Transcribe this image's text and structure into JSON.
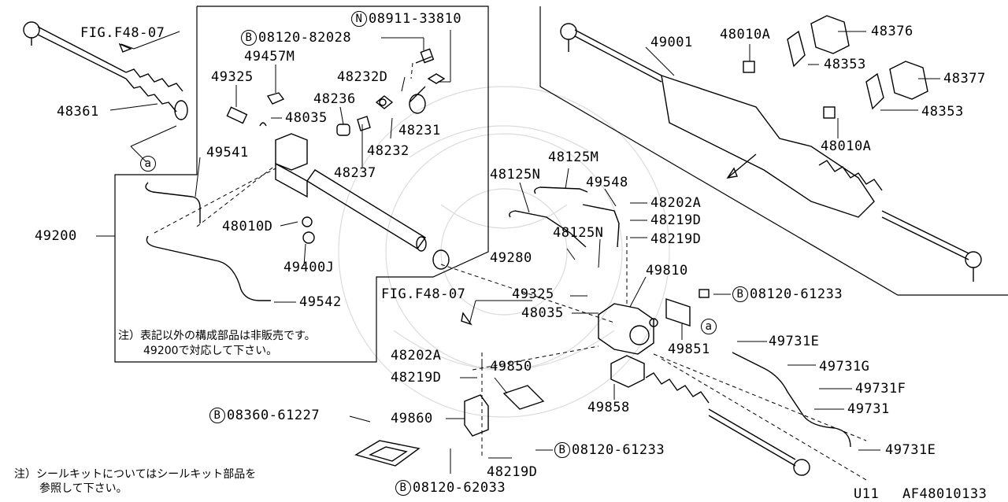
{
  "labels": {
    "fig_top": "FIG.F48-07",
    "fig_mid": "FIG.F48-07",
    "p48361": "48361",
    "p49325a": "49325",
    "p49457m": "49457M",
    "p08120_82028": "08120-82028",
    "p08911_33810": "08911-33810",
    "p48232d": "48232D",
    "p48236": "48236",
    "p48035a": "48035",
    "p48231": "48231",
    "p48232": "48232",
    "p48237": "48237",
    "p49541": "49541",
    "p48010d": "48010D",
    "p49400j": "49400J",
    "p49542": "49542",
    "p49200": "49200",
    "p49001": "49001",
    "p48010a_1": "48010A",
    "p48376": "48376",
    "p48353_1": "48353",
    "p48377": "48377",
    "p48353_2": "48353",
    "p48010a_2": "48010A",
    "p48125m": "48125M",
    "p48125n_1": "48125N",
    "p49548": "49548",
    "p48202a_1": "48202A",
    "p48219d_1": "48219D",
    "p48219d_2": "48219D",
    "p48125n_2": "48125N",
    "p49280": "49280",
    "p49810": "49810",
    "p49325b": "49325",
    "p08120_61233a": "08120-61233",
    "p48035b": "48035",
    "p49851": "49851",
    "p49731e_1": "49731E",
    "p48202a_2": "48202A",
    "p49850": "49850",
    "p49731g": "49731G",
    "p48219d_3": "48219D",
    "p49731f": "49731F",
    "p49858": "49858",
    "p49731": "49731",
    "p08360_61227": "08360-61227",
    "p49860": "49860",
    "p08120_61233b": "08120-61233",
    "p49731e_2": "49731E",
    "p48219d_4": "48219D",
    "p08120_62033": "08120-62033",
    "page_code": "U11",
    "drawing_no": "AF48010133"
  },
  "prefix": {
    "B": "B",
    "N": "N"
  },
  "notes": {
    "inner_line1": "注）表記以外の構成部品は非販売です。",
    "inner_line2": "49200で対応して下さい。",
    "bottom_line1": "注）シールキットについてはシールキット部品を",
    "bottom_line2": "参照して下さい。"
  },
  "callout": {
    "a": "a"
  }
}
